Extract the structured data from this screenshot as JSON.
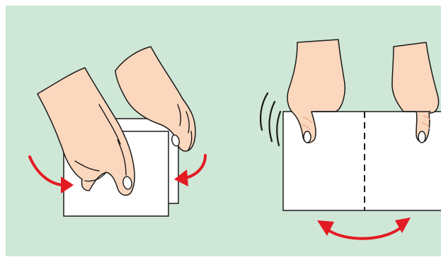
{
  "colors": {
    "background": "#cfe7d6",
    "paper": "#ffffff",
    "outline": "#1a1a1a",
    "skin": "#fbd7bd",
    "skin_detail": "#e8a58a",
    "nail": "#ffffff",
    "arrow": "#e31b23"
  },
  "panels": [
    {
      "name": "left-panel",
      "illustration": "two-hands-twisting-stacked-papers",
      "icons": [
        "hand-icon",
        "hand-icon",
        "curved-arrow-icon",
        "curved-arrow-icon"
      ]
    },
    {
      "name": "right-panel",
      "illustration": "two-hands-flexing-sheet-along-fold",
      "icons": [
        "hand-icon",
        "hand-icon",
        "shake-lines-icon",
        "double-arrow-icon"
      ]
    }
  ]
}
